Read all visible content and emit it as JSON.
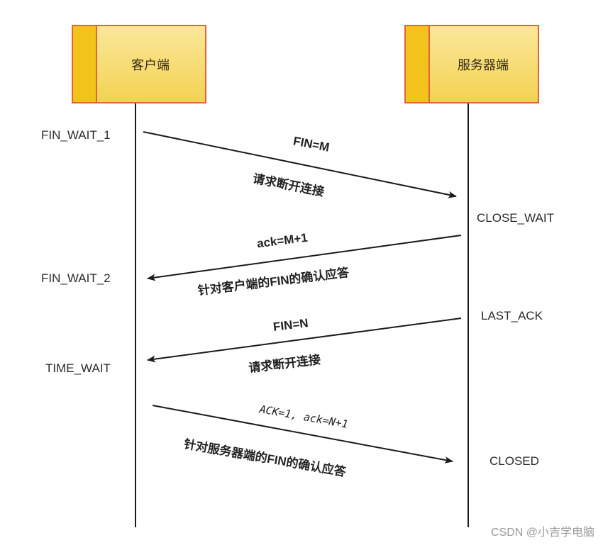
{
  "actors": {
    "client": "客户端",
    "server": "服务器端"
  },
  "client_states": {
    "s1": "FIN_WAIT_1",
    "s2": "FIN_WAIT_2",
    "s3": "TIME_WAIT"
  },
  "server_states": {
    "s1": "CLOSE_WAIT",
    "s2": "LAST_ACK",
    "s3": "CLOSED"
  },
  "messages": {
    "m1_flag": "FIN=M",
    "m1_desc": "请求断开连接",
    "m2_flag": "ack=M+1",
    "m2_desc": "针对客户端的FIN的确认应答",
    "m3_flag": "FIN=N",
    "m3_desc": "请求断开连接",
    "m4_flag": "ACK=1, ack=N+1",
    "m4_desc": "针对服务器端的FIN的确认应答"
  },
  "colors": {
    "box_border": "#e0653a",
    "box_fill": "#f3d253",
    "box_stripe": "#f2c31a",
    "line": "#1a1a1a"
  },
  "watermark": "CSDN @小吉学电脑"
}
